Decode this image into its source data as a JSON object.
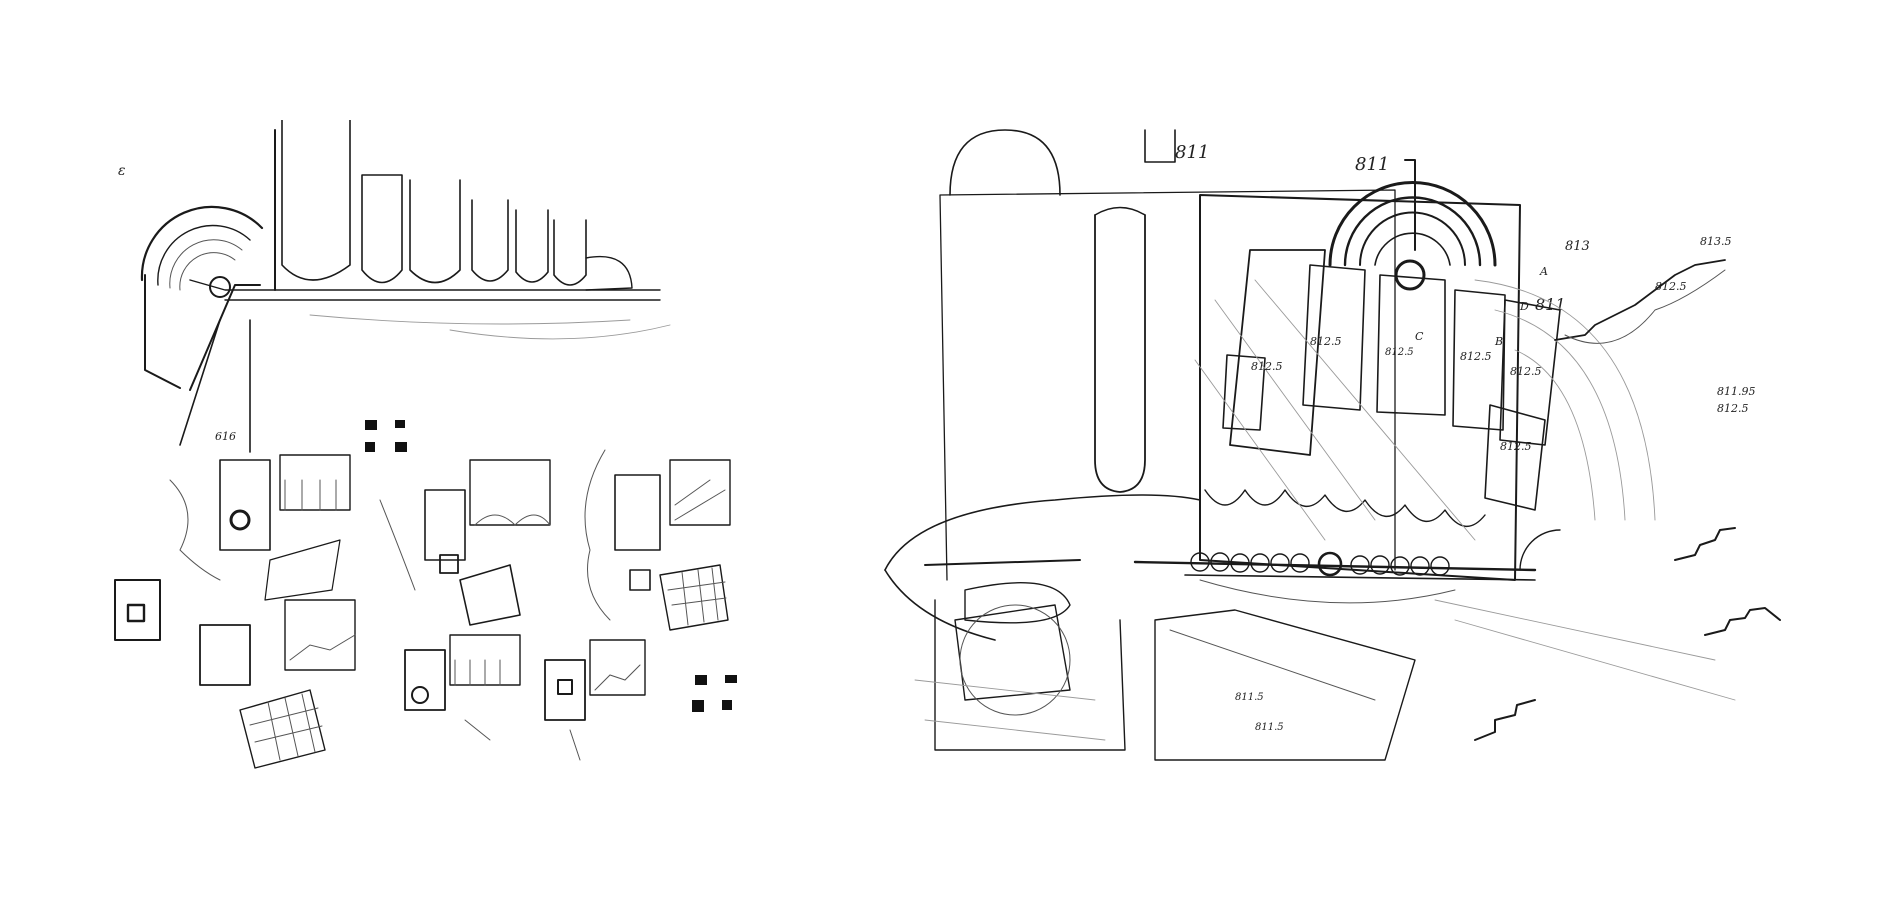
{
  "sheets": [
    {
      "name": "left-sheet",
      "marks": {
        "roof_label": "ε",
        "stair_label": "616"
      }
    },
    {
      "name": "right-sheet",
      "marks": {
        "level_811_a": "811",
        "level_811_b": "811",
        "level_811_c": "811",
        "level_813": "813",
        "level_813_5": "813.5",
        "level_812_5": "812.5",
        "room_812_1": "812.5",
        "room_812_2": "812.5",
        "room_812_3": "812.5",
        "room_812_4": "812.5",
        "room_812_5": "812.5",
        "center_room": "812.5",
        "note_a": "811.95",
        "note_b": "812.5",
        "circle_a": "A",
        "circle_b": "B",
        "circle_c": "C",
        "circle_d": "D",
        "small_note": "811.5",
        "bottom_note": "811.5"
      }
    }
  ]
}
